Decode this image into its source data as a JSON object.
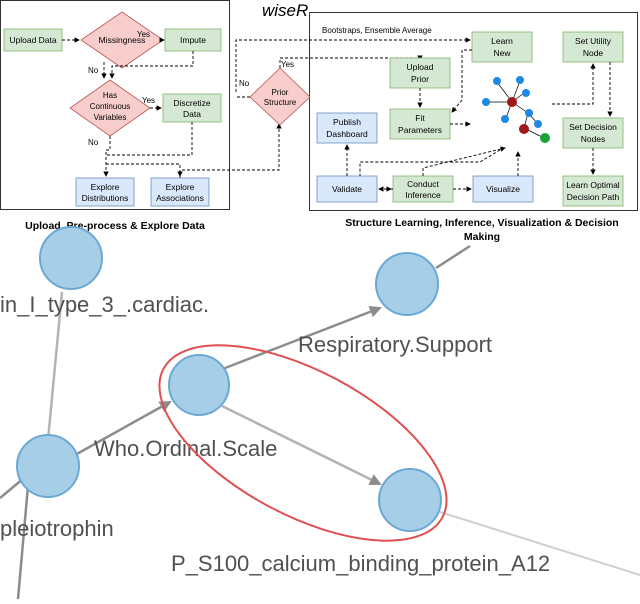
{
  "top": {
    "logo": "wiseR",
    "left_caption": "Upload, Pre-process & Explore Data",
    "right_caption_line1": "Structure Learning, Inference, Visualization & Decision",
    "right_caption_line2": "Making",
    "left": {
      "upload_data": "Upload Data",
      "missingness": "Missingness",
      "impute": "Impute",
      "has_cont_1": "Has",
      "has_cont_2": "Continuous",
      "has_cont_3": "Variables",
      "discretize_1": "Discretize",
      "discretize_2": "Data",
      "explore_dist_1": "Explore",
      "explore_dist_2": "Distributions",
      "explore_assoc_1": "Explore",
      "explore_assoc_2": "Associations",
      "yes": "Yes",
      "no": "No"
    },
    "right": {
      "bootstraps": "Bootstraps, Ensemble Average",
      "prior_1": "Prior",
      "prior_2": "Structure",
      "learn_1": "Learn",
      "learn_2": "New",
      "upload_prior_1": "Upload",
      "upload_prior_2": "Prior",
      "fit_1": "Fit",
      "fit_2": "Parameters",
      "publish_1": "Publish",
      "publish_2": "Dashboard",
      "validate": "Validate",
      "conduct_1": "Conduct",
      "conduct_2": "Inference",
      "visualize": "Visualize",
      "utility_1": "Set Utility",
      "utility_2": "Node",
      "decision_1": "Set Decision",
      "decision_2": "Nodes",
      "optimal_1": "Learn Optimal",
      "optimal_2": "Decision Path",
      "yes": "Yes",
      "no": "No"
    }
  },
  "network": {
    "labels": {
      "cardiac": "in_I_type_3_.cardiac.",
      "respiratory": "Respiratory.Support",
      "who": "Who.Ordinal.Scale",
      "pleiotrophin": "pleiotrophin",
      "s100": "P_S100_calcium_binding_protein_A12"
    }
  }
}
